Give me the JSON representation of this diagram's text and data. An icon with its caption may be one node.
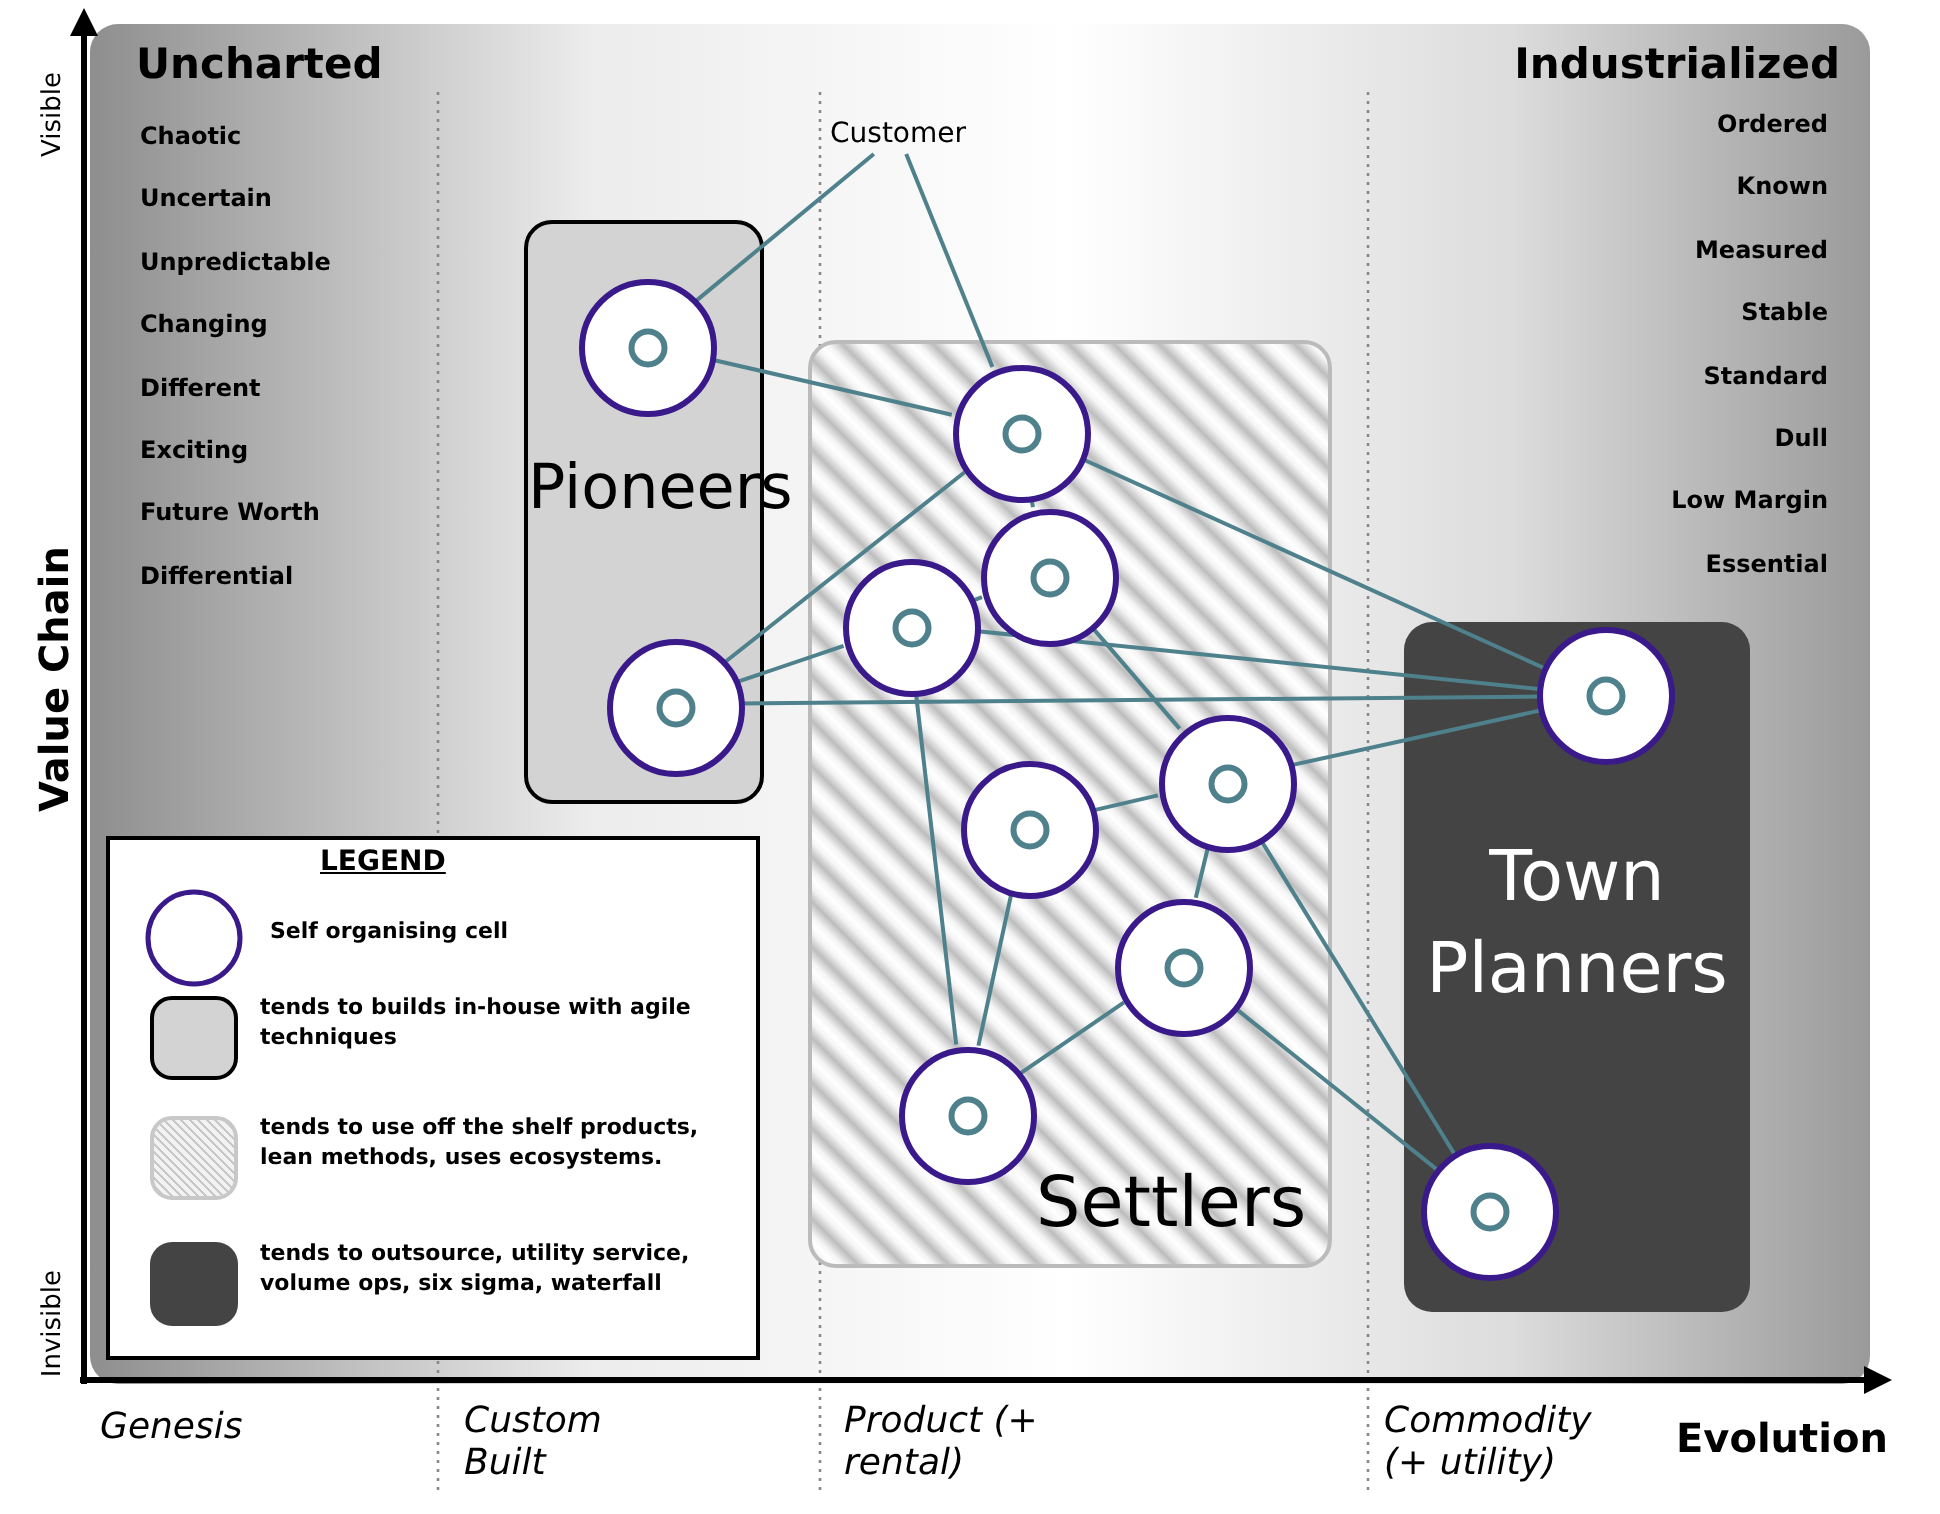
{
  "diagram": {
    "nodes": [
      {
        "text": [
          "Customer"
        ]
      },
      {
        "text": [
          "Pioneers"
        ]
      },
      {
        "text": [],
        "shape": "circle",
        "in": 1
      },
      {
        "text": [],
        "shape": "circle",
        "in": 1
      },
      {
        "text": [
          "Settlers"
        ]
      },
      {
        "text": [],
        "shape": "circle",
        "in": 4
      },
      {
        "text": [],
        "shape": "circle",
        "in": 4
      },
      {
        "text": [],
        "shape": "circle",
        "in": 4
      },
      {
        "text": [],
        "shape": "circle",
        "in": 4
      },
      {
        "text": [],
        "shape": "circle",
        "in": 4
      },
      {
        "text": [],
        "shape": "circle",
        "in": 4
      },
      {
        "text": [],
        "shape": "circle",
        "in": 4
      },
      {
        "text": [
          "Town Planners"
        ]
      },
      {
        "text": [],
        "shape": "circle",
        "in": 12
      },
      {
        "text": [],
        "shape": "circle",
        "in": 12
      }
    ],
    "edges": [
      {
        "from": 0,
        "to": 2,
        "arrow": "none"
      },
      {
        "from": 0,
        "to": 5,
        "arrow": "none"
      },
      {
        "from": 2,
        "to": 5,
        "arrow": "none"
      },
      {
        "from": 3,
        "to": 5,
        "arrow": "none"
      },
      {
        "from": 3,
        "to": 7,
        "arrow": "none"
      },
      {
        "from": 3,
        "to": 13,
        "arrow": "none"
      },
      {
        "from": 5,
        "to": 6,
        "arrow": "none"
      },
      {
        "from": 5,
        "to": 13,
        "arrow": "none"
      },
      {
        "from": 6,
        "to": 7,
        "arrow": "none"
      },
      {
        "from": 6,
        "to": 8,
        "arrow": "none"
      },
      {
        "from": 7,
        "to": 13,
        "arrow": "none"
      },
      {
        "from": 7,
        "to": 11,
        "arrow": "none"
      },
      {
        "from": 8,
        "to": 13,
        "arrow": "none"
      },
      {
        "from": 8,
        "to": 9,
        "arrow": "none"
      },
      {
        "from": 8,
        "to": 10,
        "arrow": "none"
      },
      {
        "from": 8,
        "to": 14,
        "arrow": "none"
      },
      {
        "from": 9,
        "to": 11,
        "arrow": "none"
      },
      {
        "from": 10,
        "to": 11,
        "arrow": "none"
      },
      {
        "from": 10,
        "to": 14,
        "arrow": "none"
      }
    ],
    "labels": [
      "Uncharted",
      "Chaotic",
      "Uncertain",
      "Unpredictable",
      "Changing",
      "Different",
      "Exciting",
      "Future Worth",
      "Differential",
      "Industrialized",
      "Ordered",
      "Known",
      "Measured",
      "Stable",
      "Standard",
      "Dull",
      "Low Margin",
      "Essential",
      "Visible",
      "Value Chain",
      "Invisible",
      "LEGEND",
      "Genesis",
      "Custom Built",
      "Product (+ rental)",
      "Commodity (+ utility)",
      "Evolution"
    ],
    "legend": [
      {
        "text": "Self organising cell"
      },
      {
        "text": "tends to builds in-house with agile techniques",
        "color": "#d3d3d3"
      },
      {
        "text": "tends to use off the shelf products, lean methods, uses ecosystems."
      },
      {
        "text": "tends to outsource, utility service, volume ops, six sigma, waterfall",
        "color": "#444444"
      }
    ]
  }
}
